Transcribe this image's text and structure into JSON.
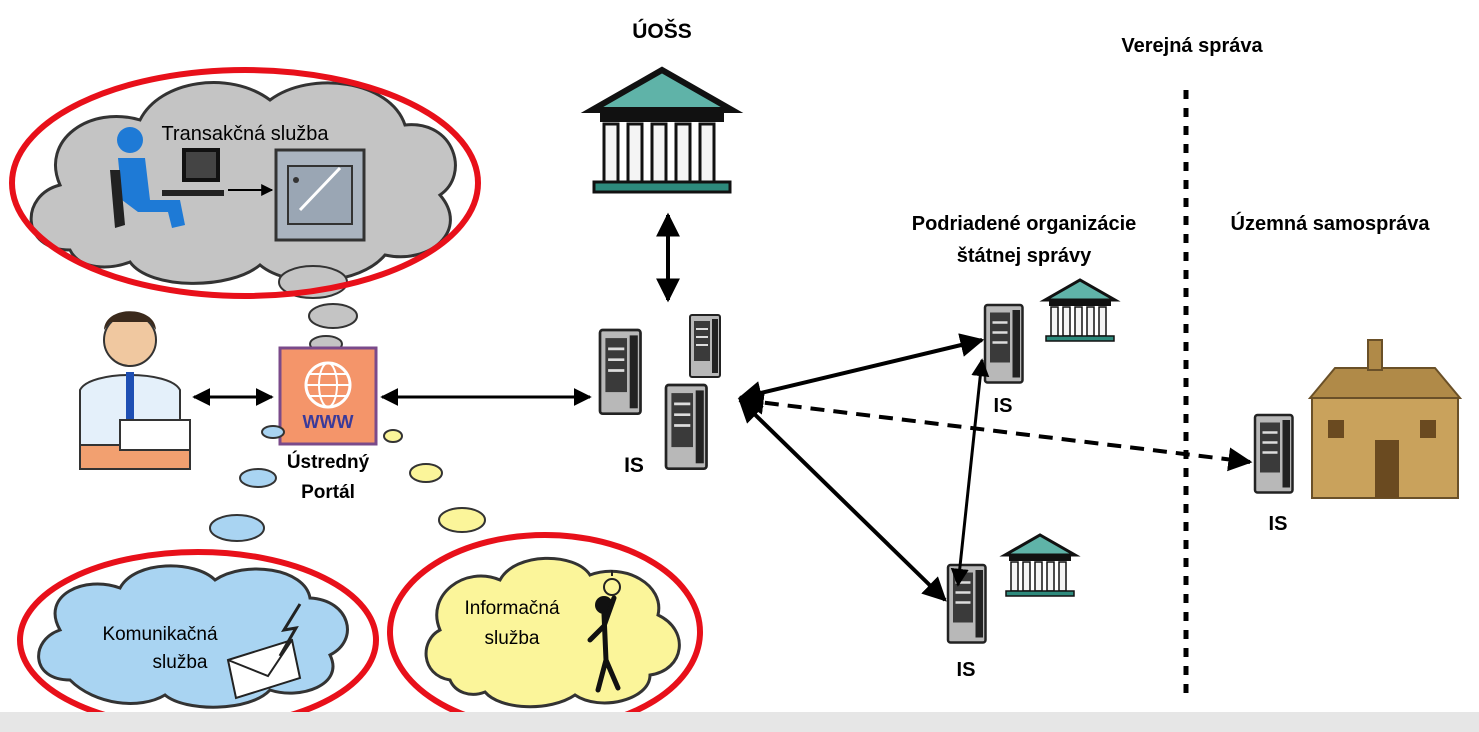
{
  "labels": {
    "uoss": "ÚOŠS",
    "verejna_sprava": "Verejná správa",
    "podriadene_line1": "Podriadené organizácie",
    "podriadene_line2": "štátnej správy",
    "uzemna": "Územná samospráva",
    "transakcna": "Transakčná služba",
    "komunikacna_line1": "Komunikačná",
    "komunikacna_line2": "služba",
    "informacna_line1": "Informačná",
    "informacna_line2": "služba",
    "www": "WWW",
    "portal_line1": "Ústredný",
    "portal_line2": "Portál",
    "is_central": "IS",
    "is_sub1": "IS",
    "is_sub2": "IS",
    "is_territorial": "IS"
  },
  "colors": {
    "highlight_ring": "#e8101a",
    "transaction_cloud": "#c4c4c4",
    "communication_cloud": "#a9d4f2",
    "information_cloud": "#fbf59a",
    "portal_box": "#f4956a",
    "building_roof": "#5fb3a8",
    "server": "#b8b8b8",
    "house": "#c9a25c"
  }
}
